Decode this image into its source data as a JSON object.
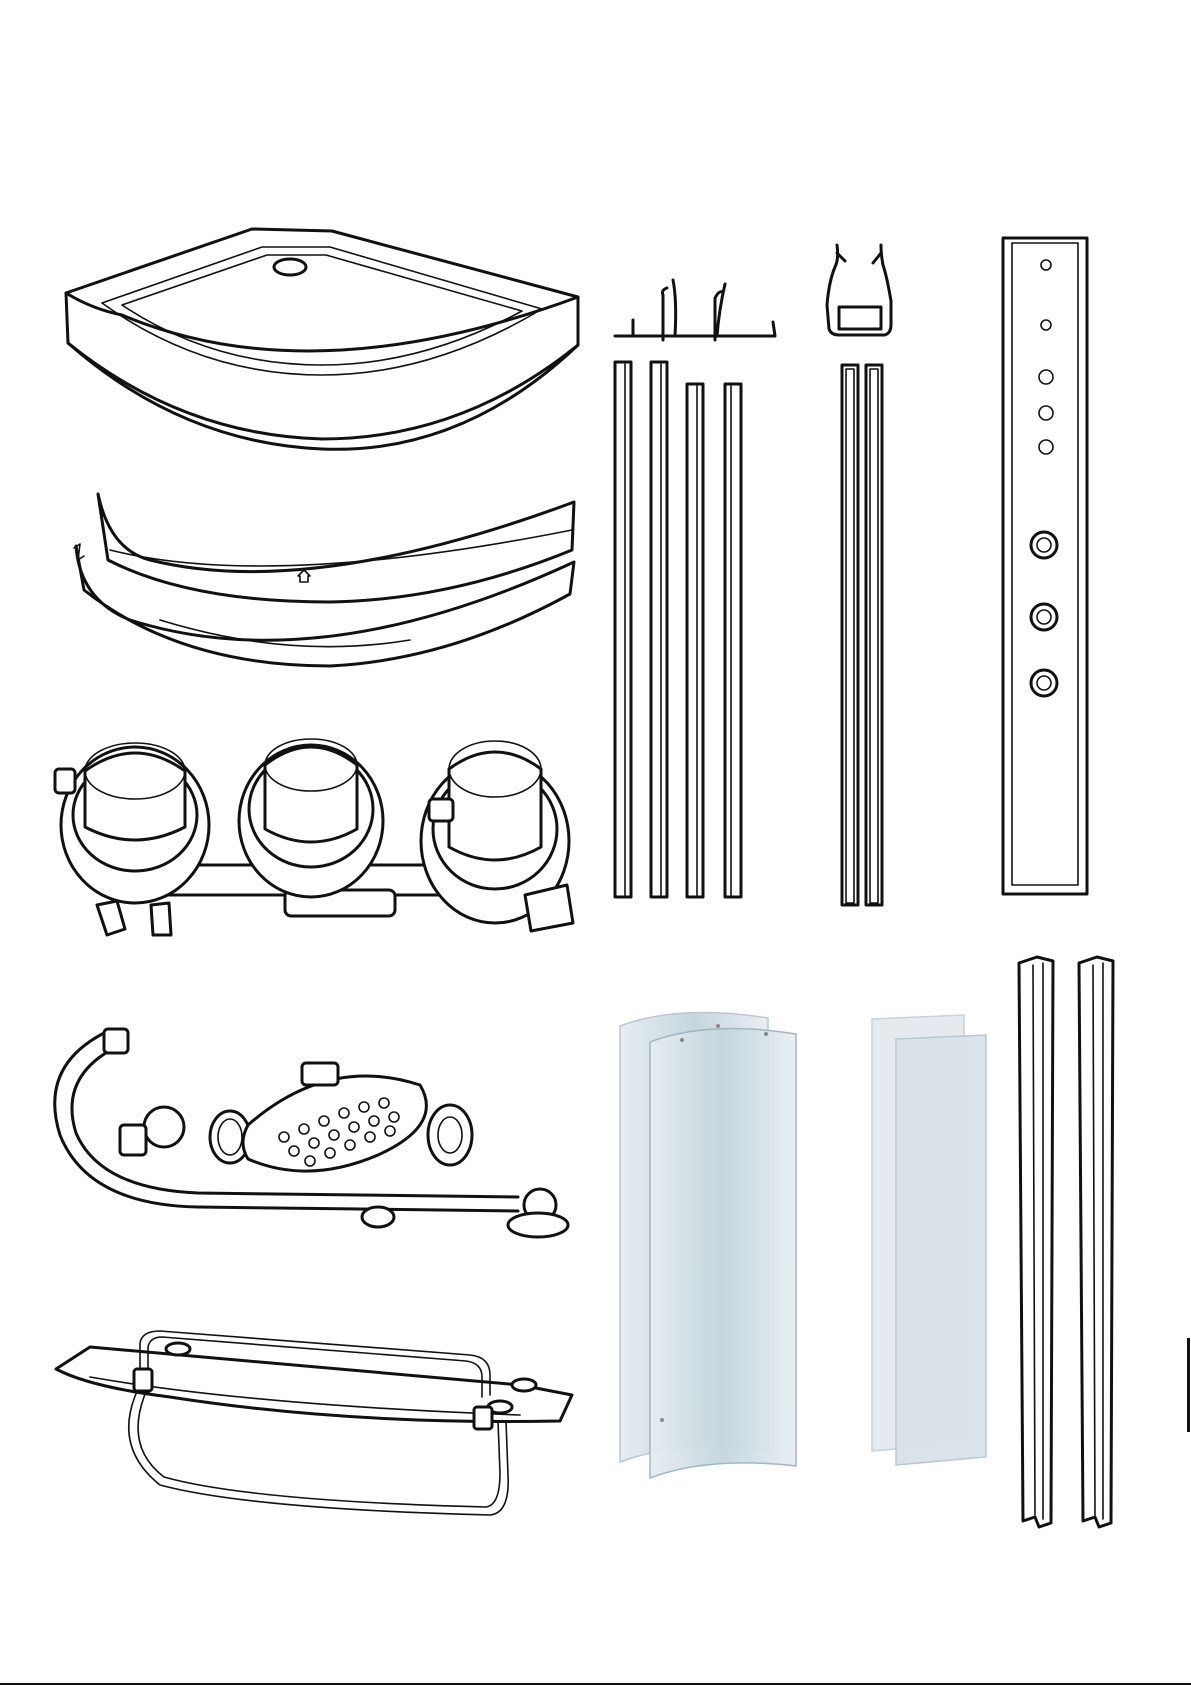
{
  "page": {
    "background": "#ffffff",
    "ink": "#111111",
    "glass_tint": "#c4d6de",
    "glass_light": "#dde5ea"
  },
  "parts": [
    {
      "id": "shower-tray",
      "icon": "shower-tray-icon"
    },
    {
      "id": "tray-apron-panels",
      "icon": "curved-panel-icon"
    },
    {
      "id": "mixer-valve",
      "icon": "mixer-valve-icon"
    },
    {
      "id": "rain-shower-kit",
      "icon": "shower-head-icon"
    },
    {
      "id": "glass-shelf",
      "icon": "shelf-icon"
    },
    {
      "id": "profile-rails",
      "icon": "profile-rail-icon"
    },
    {
      "id": "door-seal-strips",
      "icon": "seal-strip-icon"
    },
    {
      "id": "jet-panel",
      "icon": "jet-panel-icon"
    },
    {
      "id": "curved-glass-doors-tinted",
      "icon": "glass-door-icon"
    },
    {
      "id": "curved-glass-doors-clear",
      "icon": "glass-door-icon"
    },
    {
      "id": "vertical-frame-posts",
      "icon": "frame-post-icon"
    }
  ]
}
